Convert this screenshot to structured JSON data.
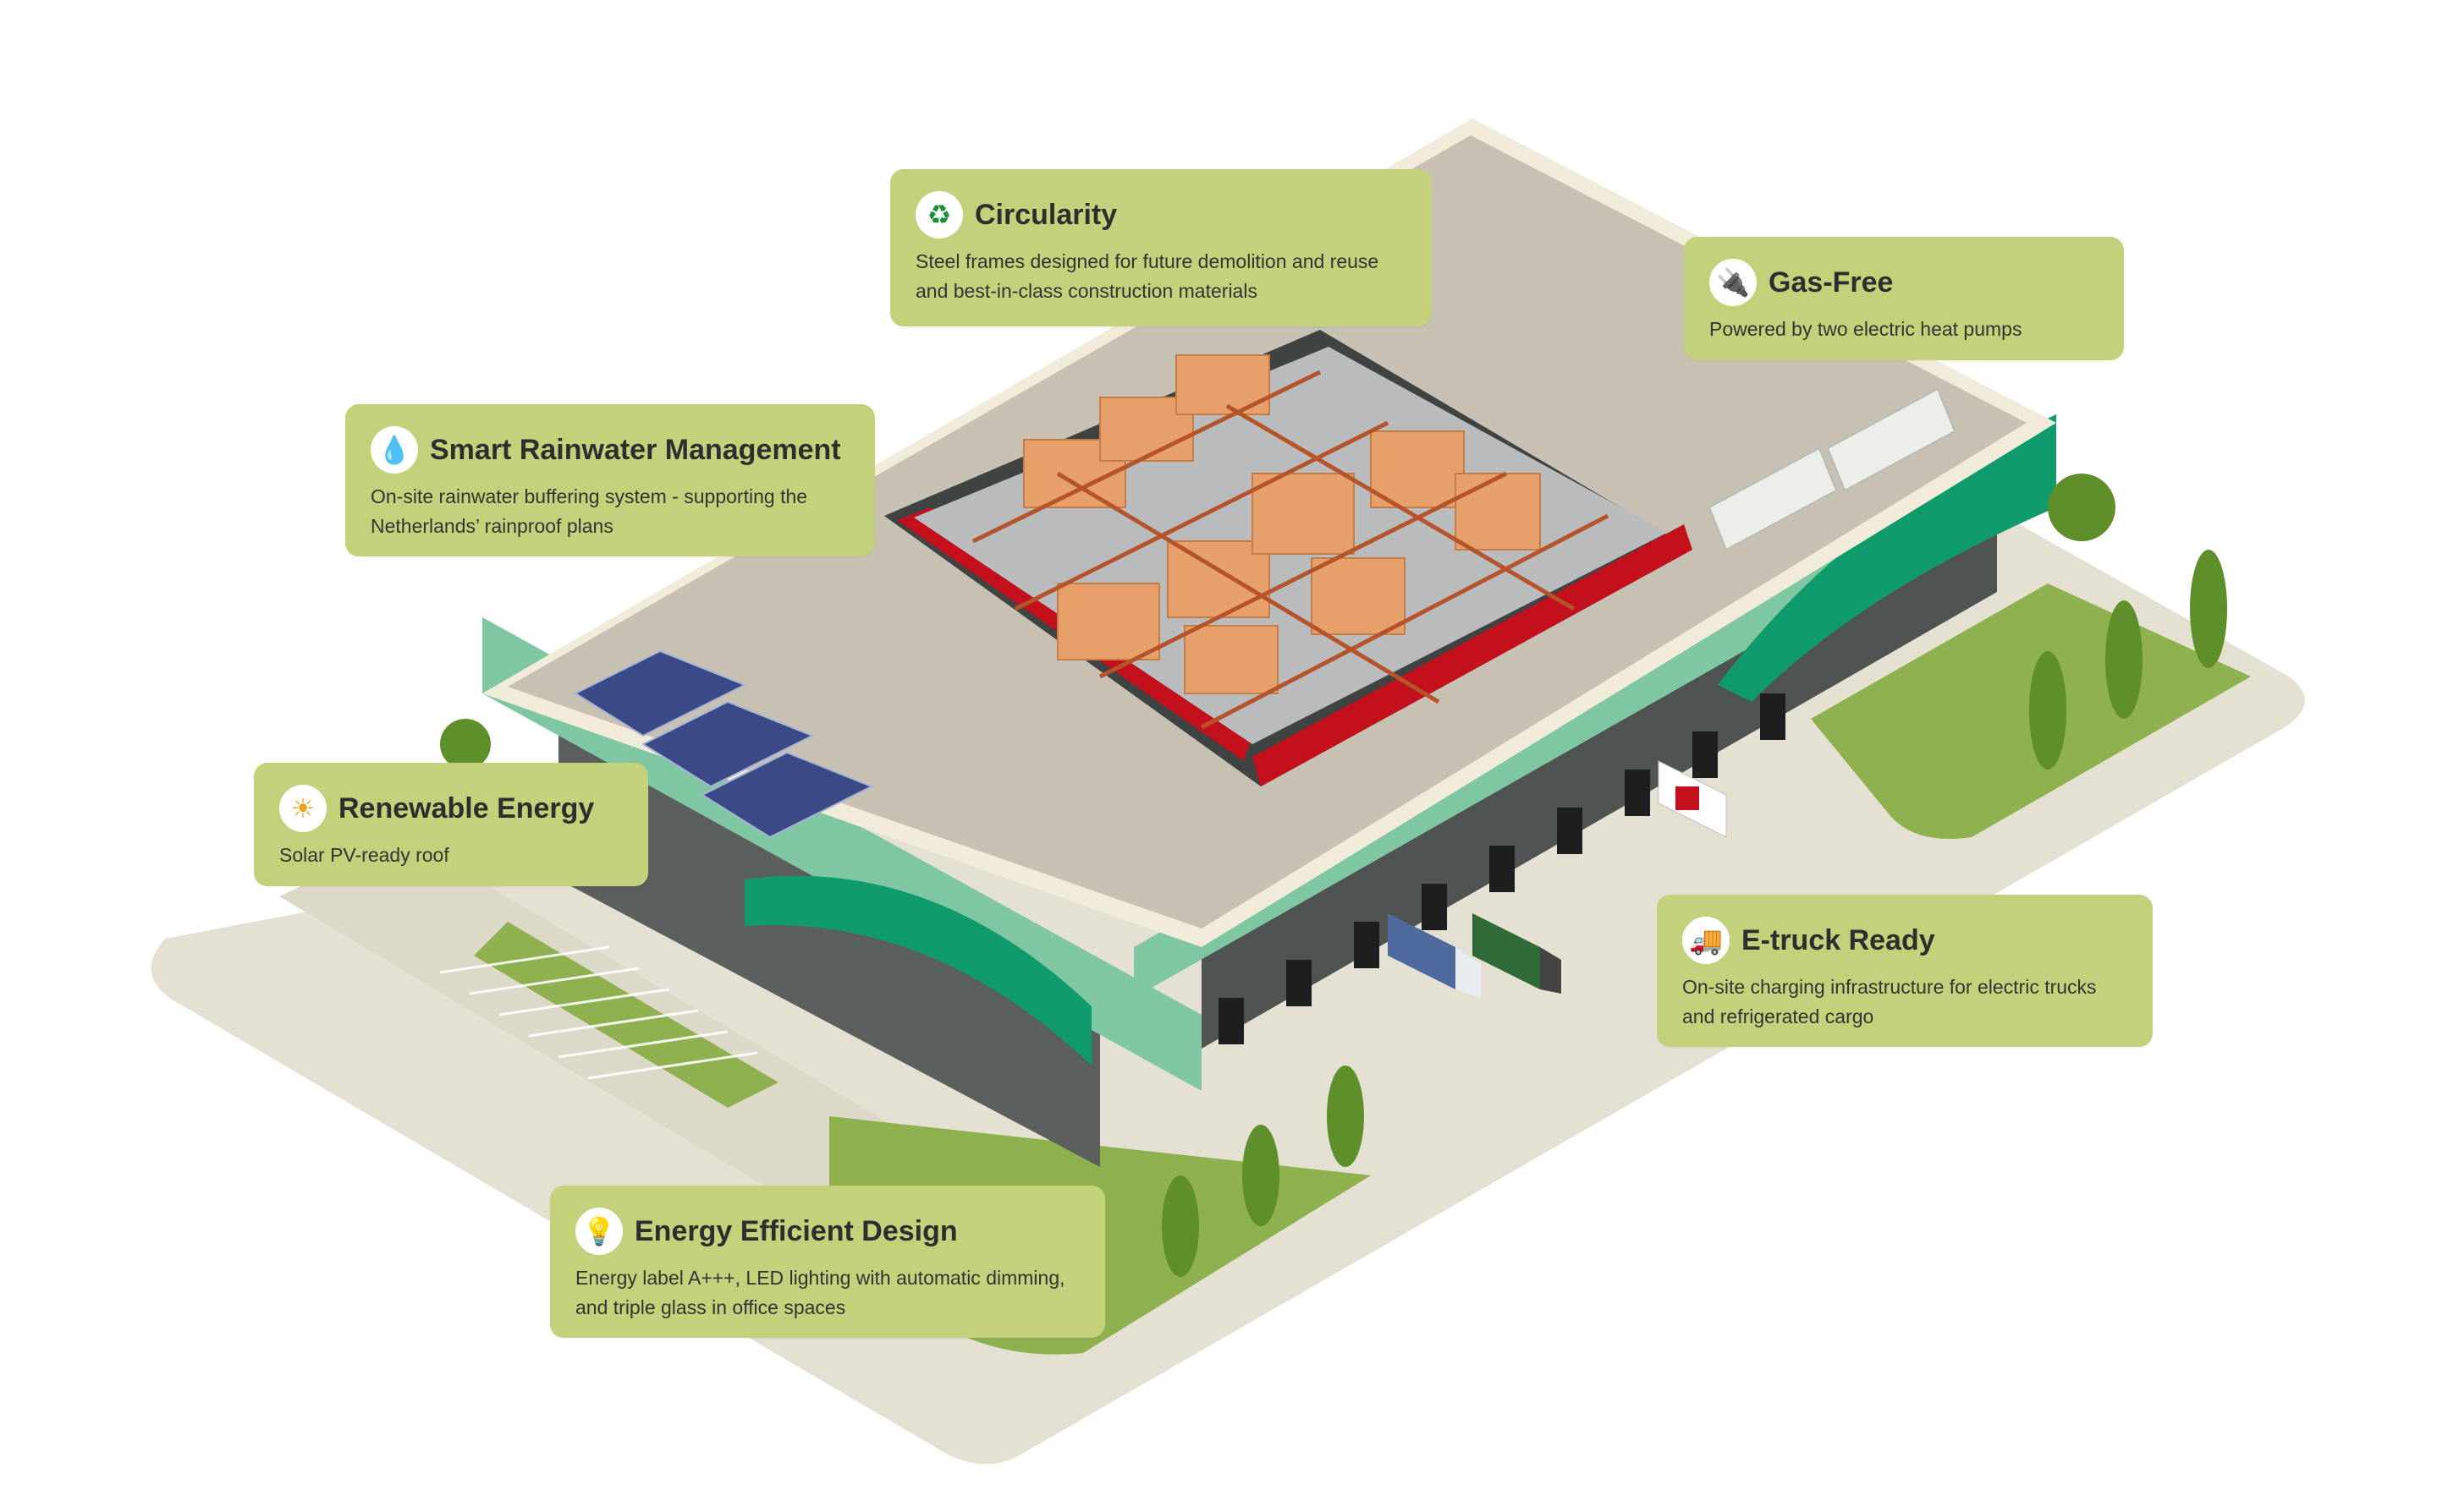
{
  "callouts": {
    "circularity": {
      "title": "Circularity",
      "line1": "Steel frames designed for future demolition and reuse",
      "line2": "and best-in-class construction materials",
      "icon": "recycle-icon"
    },
    "gas_free": {
      "title": "Gas-Free",
      "line1": "Powered by two electric heat pumps",
      "icon": "plug-icon"
    },
    "rainwater": {
      "title": "Smart Rainwater Management",
      "line1": "On-site rainwater buffering system - supporting the",
      "line2": "Netherlands’ rainproof plans",
      "icon": "water-drop-icon"
    },
    "renewable": {
      "title": "Renewable Energy",
      "line1": "Solar PV-ready roof",
      "icon": "sun-icon"
    },
    "etruck": {
      "title": "E-truck Ready",
      "line1": "On-site charging infrastructure for electric trucks",
      "line2": "and refrigerated cargo",
      "icon": "truck-icon"
    },
    "efficient": {
      "title": "Energy Efficient Design",
      "line1": "Energy label A+++, LED lighting with automatic dimming,",
      "line2": "and triple glass in office spaces",
      "icon": "light-bulb-icon"
    }
  },
  "colors": {
    "callout_bg": "#c3d17a",
    "roof": "#c7c1b3",
    "ground": "#e4e1d3",
    "grass": "#8fb04e",
    "facade_green": "#0f9b6c",
    "accent_red": "#c4101d",
    "racking_orange": "#e8a06a"
  }
}
